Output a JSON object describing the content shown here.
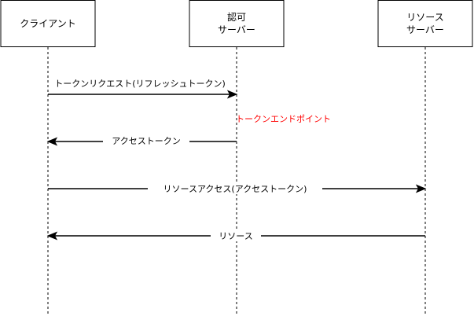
{
  "participants": [
    {
      "id": "client",
      "label_lines": [
        "クライアント"
      ]
    },
    {
      "id": "auth",
      "label_lines": [
        "認可",
        "サーバー"
      ]
    },
    {
      "id": "resource",
      "label_lines": [
        "リソース",
        "サーバー"
      ]
    }
  ],
  "messages": [
    {
      "from": "client",
      "to": "auth",
      "label": "トークンリクエスト(リフレッシュトークン)"
    },
    {
      "from": "auth",
      "to": "client",
      "label": "アクセストークン"
    },
    {
      "from": "client",
      "to": "resource",
      "label": "リソースアクセス(アクセストークン)"
    },
    {
      "from": "resource",
      "to": "client",
      "label": "リソース"
    }
  ],
  "notes": [
    {
      "label": "トークンエンドポイント",
      "color": "#ff0000"
    }
  ]
}
